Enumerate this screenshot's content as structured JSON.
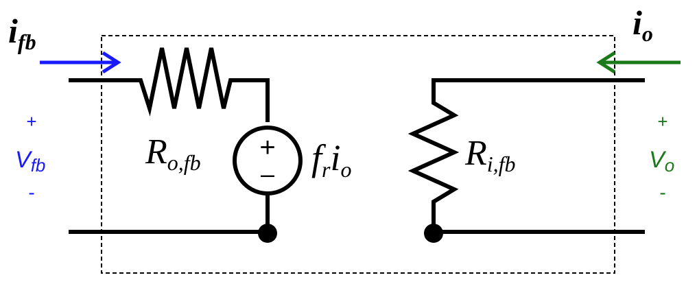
{
  "feedback_port": {
    "current_label": {
      "main": "i",
      "sub": "fb"
    },
    "voltage": {
      "plus": "+",
      "main": "V",
      "sub": "fb",
      "minus": "-"
    },
    "color": "#1a1aff"
  },
  "output_port": {
    "current_label": {
      "main": "i",
      "sub": "o"
    },
    "voltage": {
      "plus": "+",
      "main": "V",
      "sub": "o",
      "minus": "-"
    },
    "color": "#1a7a1a"
  },
  "resistor_output": {
    "main": "R",
    "sub": "o,fb"
  },
  "dependent_source": {
    "label": {
      "f": "f",
      "r": "r",
      "i": "i",
      "o": "o"
    },
    "plus": "+",
    "minus": "–"
  },
  "resistor_input": {
    "main": "R",
    "sub": "i,fb"
  }
}
